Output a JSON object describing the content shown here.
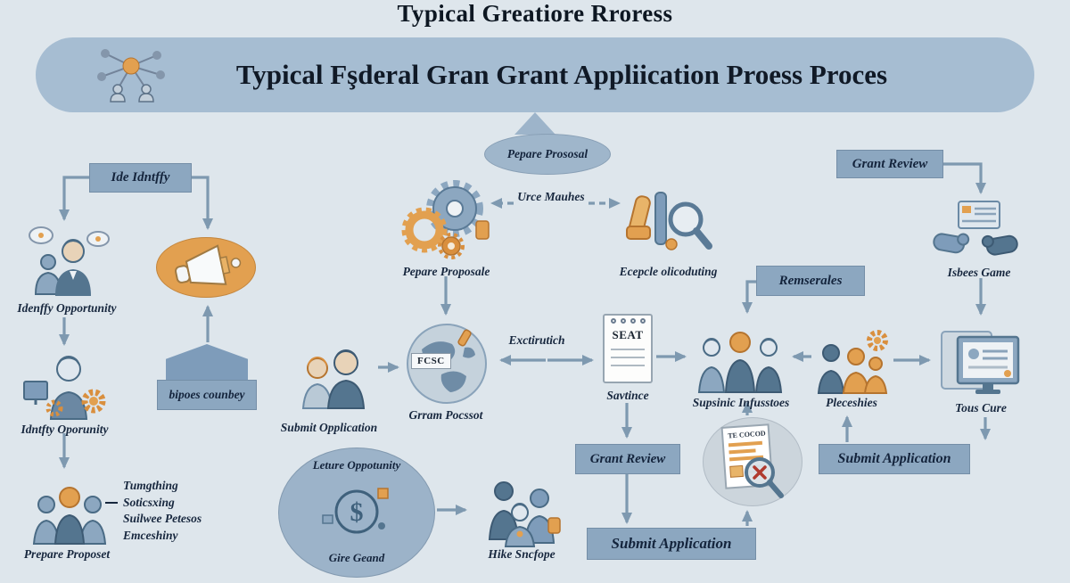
{
  "title": "Typical Greatiore Rroress",
  "banner": {
    "text": "Typical Fşderal Gran Grant Appliication Proess Proces"
  },
  "left": {
    "identify_box": "Ide Idntffy",
    "identify_opportunity_label": "Idenffy Opportunity",
    "bipoes_box": "bipoes counbey",
    "idntfty_label": "Idntfty Oporunity",
    "prepare_label": "Prepare Proposet",
    "note_line1": "Tumgthing",
    "note_line2": "Soticsxing",
    "note_line3": "Suilwee Petesos",
    "note_line4": "Emceshiny"
  },
  "center": {
    "prepare_ellipse": "Pepare Prososal",
    "urce_label": "Urce Mauhes",
    "gears_label": "Pepare Proposale",
    "tools_label": "Ecepcle olicoduting",
    "globe_tag": "FCSC",
    "globe_label": "Grram Pocssot",
    "submit_people_label": "Submit Opplication",
    "exchange_label": "Exctirutich",
    "notepad_text": "SEAT",
    "notepad_label": "Savtince",
    "grant_review_box": "Grant Review",
    "submit_application_box": "Submit Application"
  },
  "right": {
    "grant_review_box": "Grant Review",
    "hands_label": "Isbees Game",
    "remserales_box": "Remserales",
    "supsinic_label": "Supsinic Infusstoes",
    "pleceshies_label": "Pleceshies",
    "monitor_label": "Tous Cure",
    "submit_application_box": "Submit Application",
    "doc_text": "TE COCOD"
  },
  "bottom": {
    "ellipse_title": "Leture Oppotunity",
    "ellipse_caption": "Gire Geand",
    "hike_label": "Hike Sncfope"
  },
  "colors": {
    "background": "#dee6ec",
    "banner": "#a6bdd2",
    "box": "#8ca7c0",
    "node_ellipse": "#9fb6cb",
    "accent_orange": "#e2a050",
    "figure_dark": "#54758f",
    "arrow": "#7e99b0"
  }
}
